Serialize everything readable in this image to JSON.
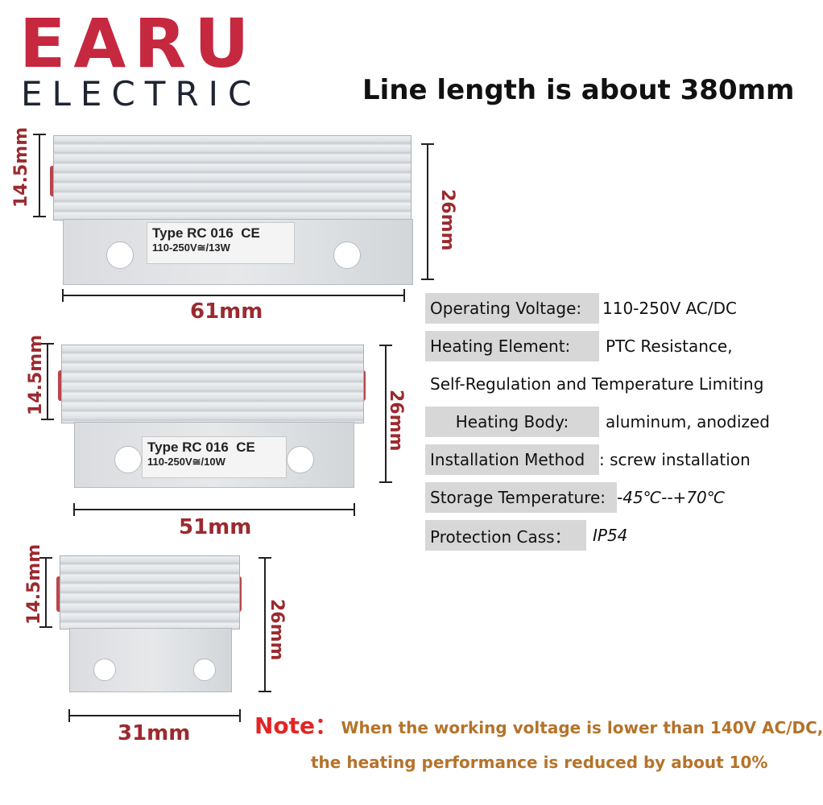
{
  "brand": {
    "name": "EARU",
    "tagline": "ELECTRIC"
  },
  "headline": "Line length is about 380mm",
  "heaters": [
    {
      "label_line1": "Type RC 016",
      "label_line2": "110-250V≅/13W",
      "ce": "CE",
      "width": "61mm",
      "fin_height": "14.5mm",
      "total_height": "26mm"
    },
    {
      "label_line1": "Type RC 016",
      "label_line2": "110-250V≅/10W",
      "ce": "CE",
      "width": "51mm",
      "fin_height": "14.5mm",
      "total_height": "26mm"
    },
    {
      "width": "31mm",
      "fin_height": "14.5mm",
      "total_height": "26mm"
    }
  ],
  "specs": [
    {
      "label": "Operating Voltage:",
      "value": "110-250V AC/DC"
    },
    {
      "label": "Heating Element:",
      "value": "PTC Resistance,"
    },
    {
      "label": "Self-Regulation and Temperature Limiting",
      "value": ""
    },
    {
      "label": "Heating Body:",
      "value": "aluminum, anodized"
    },
    {
      "label": "Installation Method",
      "value": ": screw installation"
    },
    {
      "label": "Storage Temperature:",
      "value": "-45℃--+70℃"
    },
    {
      "label": "Protection Cass：",
      "value": "IP54"
    }
  ],
  "note": {
    "label": "Note：",
    "line1": "When the working voltage is lower than 140V AC/DC,",
    "line2": "the heating performance is reduced by about 10%"
  },
  "colors": {
    "brand_red": "#c5283f",
    "dimension_red": "#9b2a2f",
    "note_red": "#e32424",
    "note_orange": "#b5732a",
    "spec_bg": "#d7d7d7"
  }
}
